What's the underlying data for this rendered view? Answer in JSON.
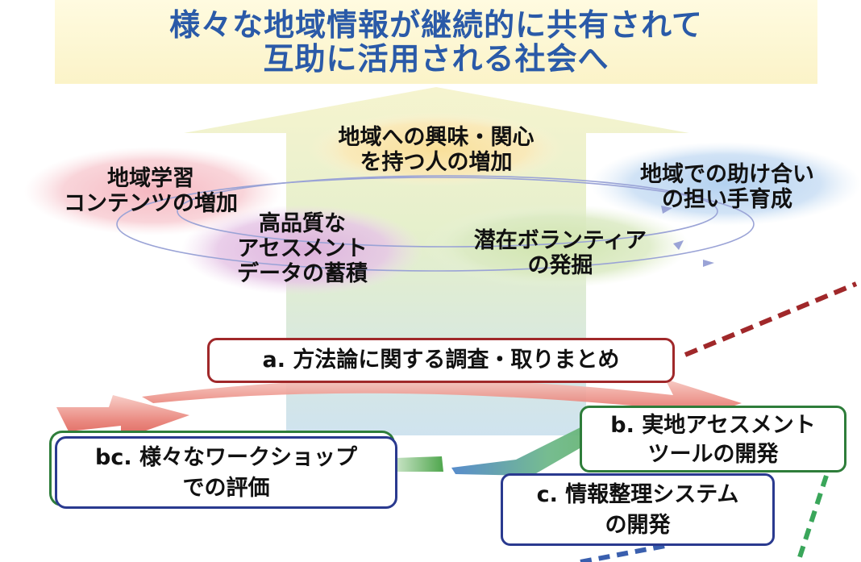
{
  "title": {
    "line1": "様々な地域情報が継続的に共有されて",
    "line2": "互助に活用される社会へ"
  },
  "ovals": {
    "interest": [
      "地域への興味・関心",
      "を持つ人の増加"
    ],
    "learning": [
      "地域学習",
      "コンテンツの増加"
    ],
    "mutual_aid": [
      "地域での助け合い",
      "の担い手育成"
    ],
    "assessment_data": [
      "高品質な",
      "アセスメント",
      "データの蓄積"
    ],
    "volunteer": [
      "潜在ボランティア",
      "の発掘"
    ]
  },
  "boxes": {
    "a": "a. 方法論に関する調査・取りまとめ",
    "b": [
      "b. 実地アセスメント",
      "ツールの開発"
    ],
    "c": [
      "c. 情報整理システム",
      "の開発"
    ],
    "bc": [
      "bc. 様々なワークショップ",
      "での評価"
    ]
  },
  "colors": {
    "title": "#2a5aa8",
    "box_a_border": "#a0282a",
    "box_b_border": "#2e7d3a",
    "box_c_border": "#2a3a8f",
    "oval_pink": "#f7c8cf",
    "oval_yellow": "#fbe9b0",
    "oval_blue": "#c7ddf3",
    "oval_purple": "#e6c5e6",
    "oval_green": "#d9ebc1"
  }
}
